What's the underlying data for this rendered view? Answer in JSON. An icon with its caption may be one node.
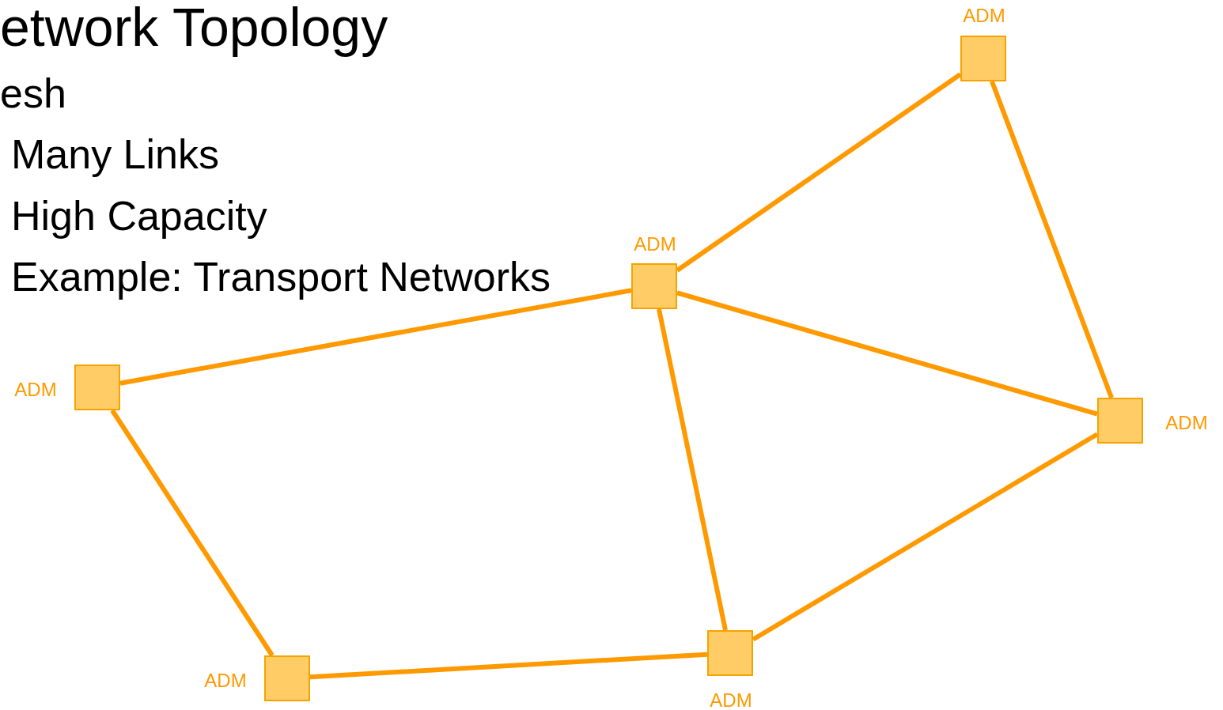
{
  "diagram": {
    "title": "etwork Topology",
    "nodes": [
      {
        "text": [],
        "shape": "box",
        "beside": [
          "ADM"
        ]
      },
      {
        "text": [],
        "shape": "box",
        "beside": [
          "ADM"
        ]
      },
      {
        "text": [],
        "shape": "box",
        "beside": [
          "ADM"
        ]
      },
      {
        "text": [],
        "shape": "box",
        "beside": [
          "ADM"
        ]
      },
      {
        "text": [],
        "shape": "box",
        "beside": [
          "ADM"
        ]
      },
      {
        "text": [],
        "shape": "box",
        "beside": [
          "ADM"
        ]
      }
    ],
    "edges": [
      {
        "from": 1,
        "to": 0,
        "arrow": "none"
      },
      {
        "from": 0,
        "to": 3,
        "arrow": "none"
      },
      {
        "from": 2,
        "to": 1,
        "arrow": "none"
      },
      {
        "from": 1,
        "to": 3,
        "arrow": "none"
      },
      {
        "from": 1,
        "to": 4,
        "arrow": "none"
      },
      {
        "from": 2,
        "to": 5,
        "arrow": "none"
      },
      {
        "from": 5,
        "to": 4,
        "arrow": "none"
      },
      {
        "from": 4,
        "to": 3,
        "arrow": "none"
      }
    ],
    "labels": [
      "esh",
      "Many Links",
      "High Capacity",
      "Example: Transport Networks"
    ]
  }
}
